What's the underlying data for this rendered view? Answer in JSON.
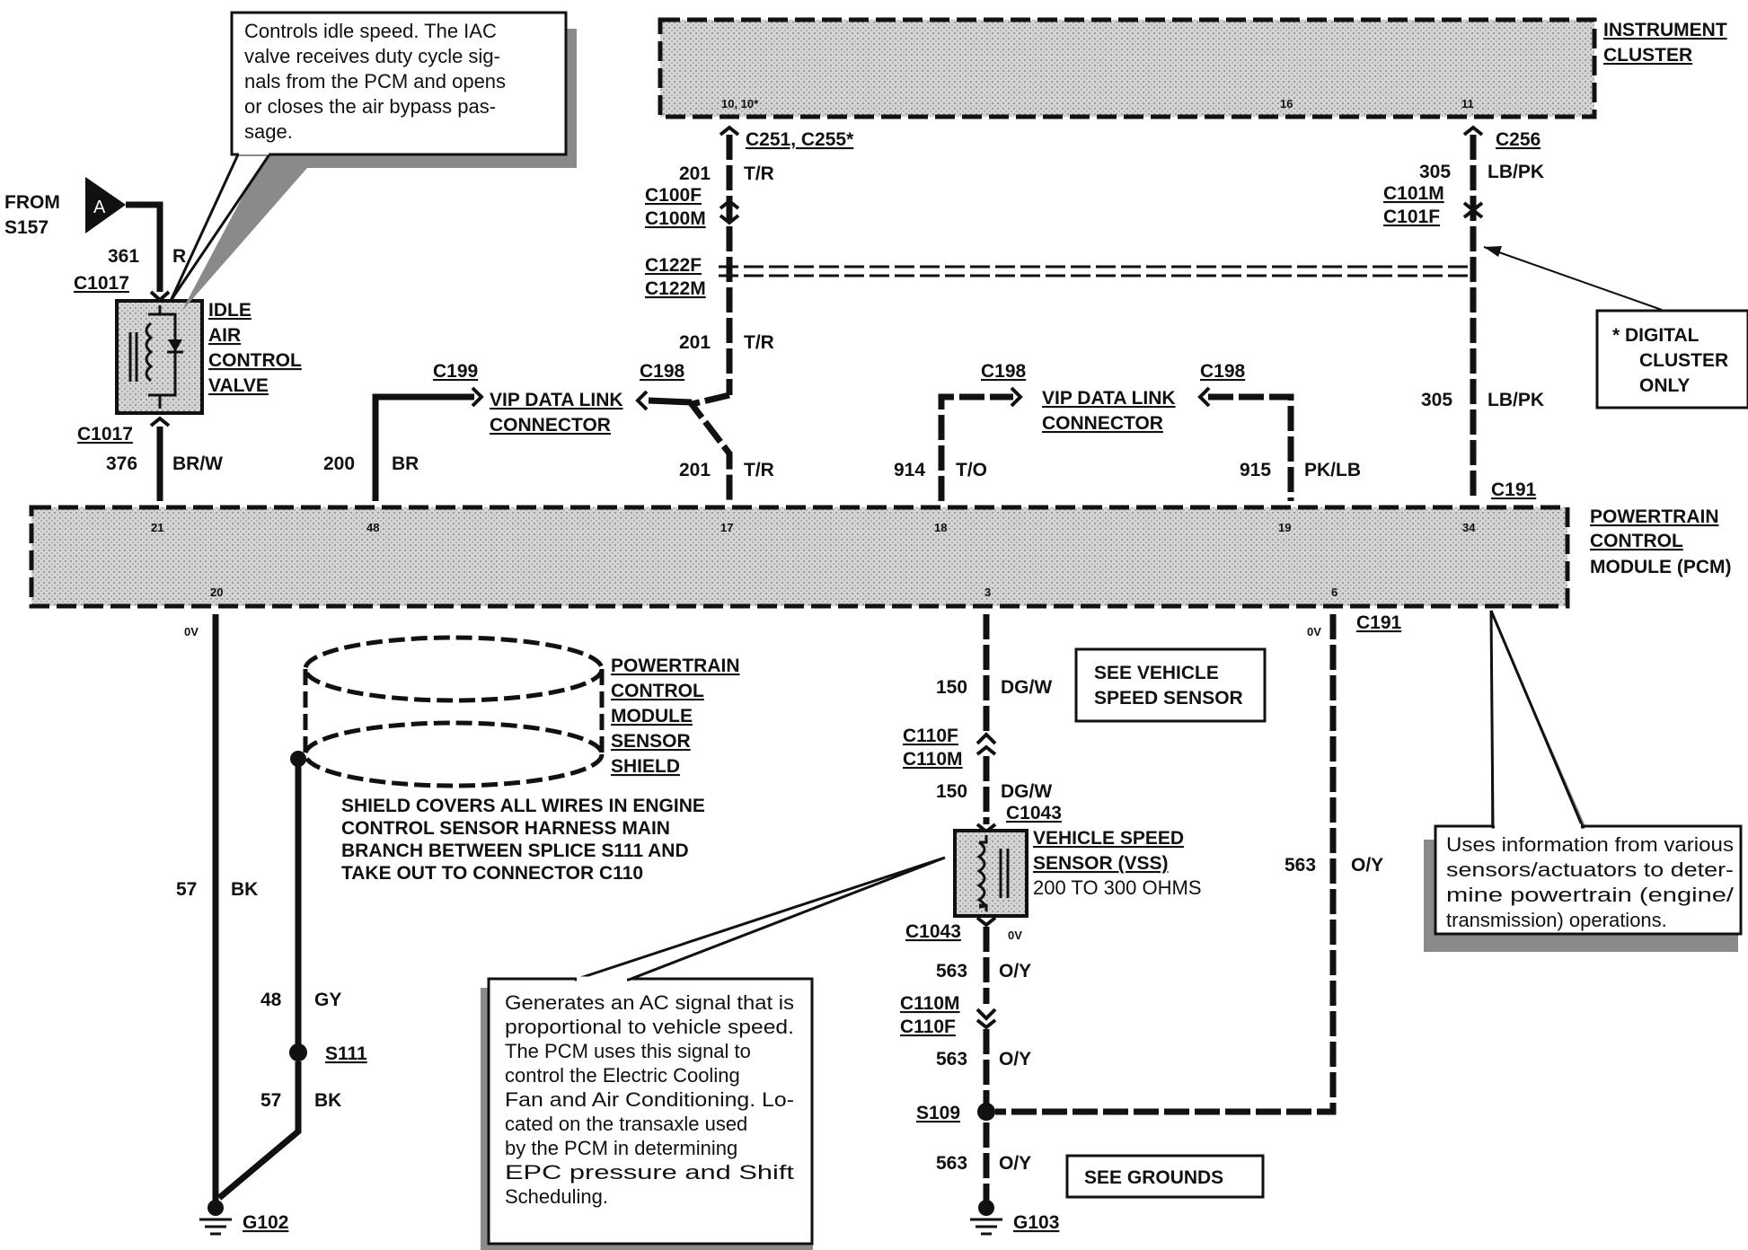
{
  "callouts": {
    "iac": [
      "Controls idle speed.  The IAC",
      "valve receives duty cycle sig-",
      "nals from the PCM and opens",
      "or closes the air bypass pas-",
      "sage."
    ],
    "vss": [
      "Generates an AC signal that is",
      "proportional to vehicle speed.",
      "The PCM uses this signal to",
      "control the Electric Cooling",
      "Fan and Air Conditioning. Lo-",
      "cated on the transaxle used",
      "by the PCM in determining",
      "EPC pressure and Shift",
      "Scheduling."
    ],
    "pcm": [
      "Uses information from various",
      "sensors/actuators to deter-",
      "mine powertrain (engine/",
      "transmission) operations."
    ],
    "digital": [
      "*  DIGITAL",
      "CLUSTER",
      "ONLY"
    ]
  },
  "modules": {
    "instrument_cluster": [
      "INSTRUMENT",
      "CLUSTER"
    ],
    "pcm": [
      "POWERTRAIN",
      "CONTROL",
      "MODULE (PCM)"
    ],
    "iac_valve": [
      "IDLE",
      "AIR",
      "CONTROL",
      "VALVE"
    ],
    "vss": [
      "VEHICLE SPEED",
      "SENSOR (VSS)",
      "200 TO 300 OHMS"
    ],
    "shield": [
      "POWERTRAIN",
      "CONTROL",
      "MODULE",
      "SENSOR",
      "SHIELD"
    ],
    "shield_note": [
      "SHIELD COVERS ALL WIRES IN ENGINE",
      "CONTROL SENSOR HARNESS MAIN",
      "BRANCH BETWEEN SPLICE S111 AND",
      "TAKE OUT TO CONNECTOR C110"
    ],
    "vip1": [
      "VIP DATA LINK",
      "CONNECTOR"
    ],
    "vip2": [
      "VIP DATA LINK",
      "CONNECTOR"
    ],
    "see_vss": [
      "SEE VEHICLE",
      "SPEED SENSOR"
    ],
    "see_grounds": "SEE GROUNDS"
  },
  "from": {
    "label": [
      "FROM",
      "S157"
    ],
    "tag": "A"
  },
  "cluster_pins": {
    "p10": "10, 10*",
    "p16": "16",
    "p11": "11"
  },
  "pcm_pins": {
    "p21": "21",
    "p48": "48",
    "p17": "17",
    "p18": "18",
    "p19": "19",
    "p34": "34",
    "p20": "20",
    "p3": "3",
    "p6": "6"
  },
  "voltages": {
    "v20": "0V",
    "v6": "0V",
    "vss": "0V"
  },
  "connectors": {
    "c1017a": "C1017",
    "c1017b": "C1017",
    "c199": "C199",
    "c198a": "C198",
    "c198b": "C198",
    "c198c": "C198",
    "c251": "C251, C255*",
    "c100f": "C100F",
    "c100m": "C100M",
    "c122f": "C122F",
    "c122m": "C122M",
    "c256": "C256",
    "c101m": "C101M",
    "c101f": "C101F",
    "c191a": "C191",
    "c191b": "C191",
    "c110f_a": "C110F",
    "c110m_a": "C110M",
    "c1043a": "C1043",
    "c1043b": "C1043",
    "c110m_b": "C110M",
    "c110f_b": "C110F",
    "s111": "S111",
    "s109": "S109",
    "g102": "G102",
    "g103": "G103"
  },
  "circuits": {
    "c361": "361",
    "r": "R",
    "c376": "376",
    "brw": "BR/W",
    "c200": "200",
    "br": "BR",
    "c201a": "201",
    "tr_a": "T/R",
    "c201b": "201",
    "tr_b": "T/R",
    "c201c": "201",
    "tr_c": "T/R",
    "c914": "914",
    "to": "T/O",
    "c915": "915",
    "pklb": "PK/LB",
    "c305a": "305",
    "lbpk_a": "LB/PK",
    "c305b": "305",
    "lbpk_b": "LB/PK",
    "c57a": "57",
    "bk_a": "BK",
    "c48": "48",
    "gy": "GY",
    "c57b": "57",
    "bk_b": "BK",
    "c150a": "150",
    "dgw_a": "DG/W",
    "c150b": "150",
    "dgw_b": "DG/W",
    "c563a": "563",
    "oy_a": "O/Y",
    "c563b": "563",
    "oy_b": "O/Y",
    "c563c": "563",
    "oy_c": "O/Y",
    "c563d": "563",
    "oy_d": "O/Y"
  }
}
